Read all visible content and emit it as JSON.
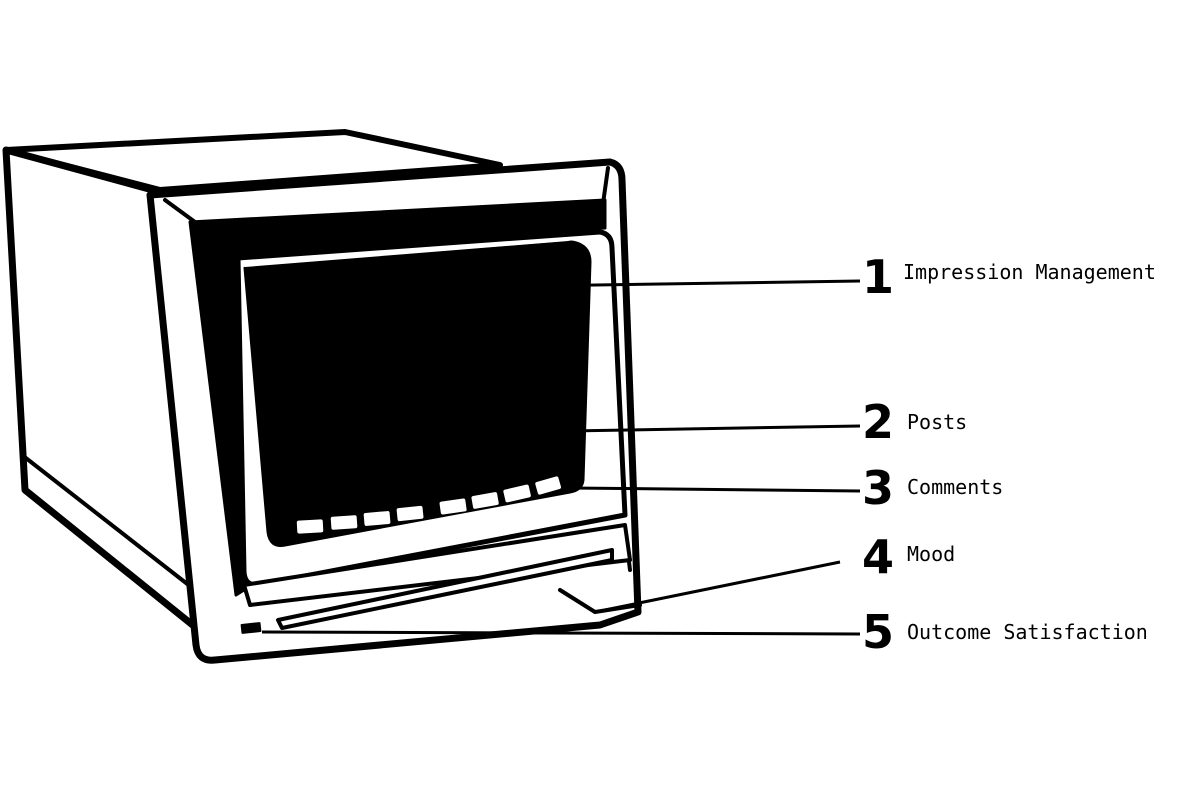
{
  "colors": {
    "ink": "#000000",
    "paper": "#ffffff"
  },
  "illustration": {
    "subject": "crt-monitor-icon"
  },
  "callouts": [
    {
      "number": "1",
      "label": "Impression Management",
      "target": "screen"
    },
    {
      "number": "2",
      "label": "Posts",
      "target": "screen-buttons-right"
    },
    {
      "number": "3",
      "label": "Comments",
      "target": "button-strip-end"
    },
    {
      "number": "4",
      "label": "Mood",
      "target": "base-foot"
    },
    {
      "number": "5",
      "label": "Outcome Satisfaction",
      "target": "power-indicator"
    }
  ]
}
